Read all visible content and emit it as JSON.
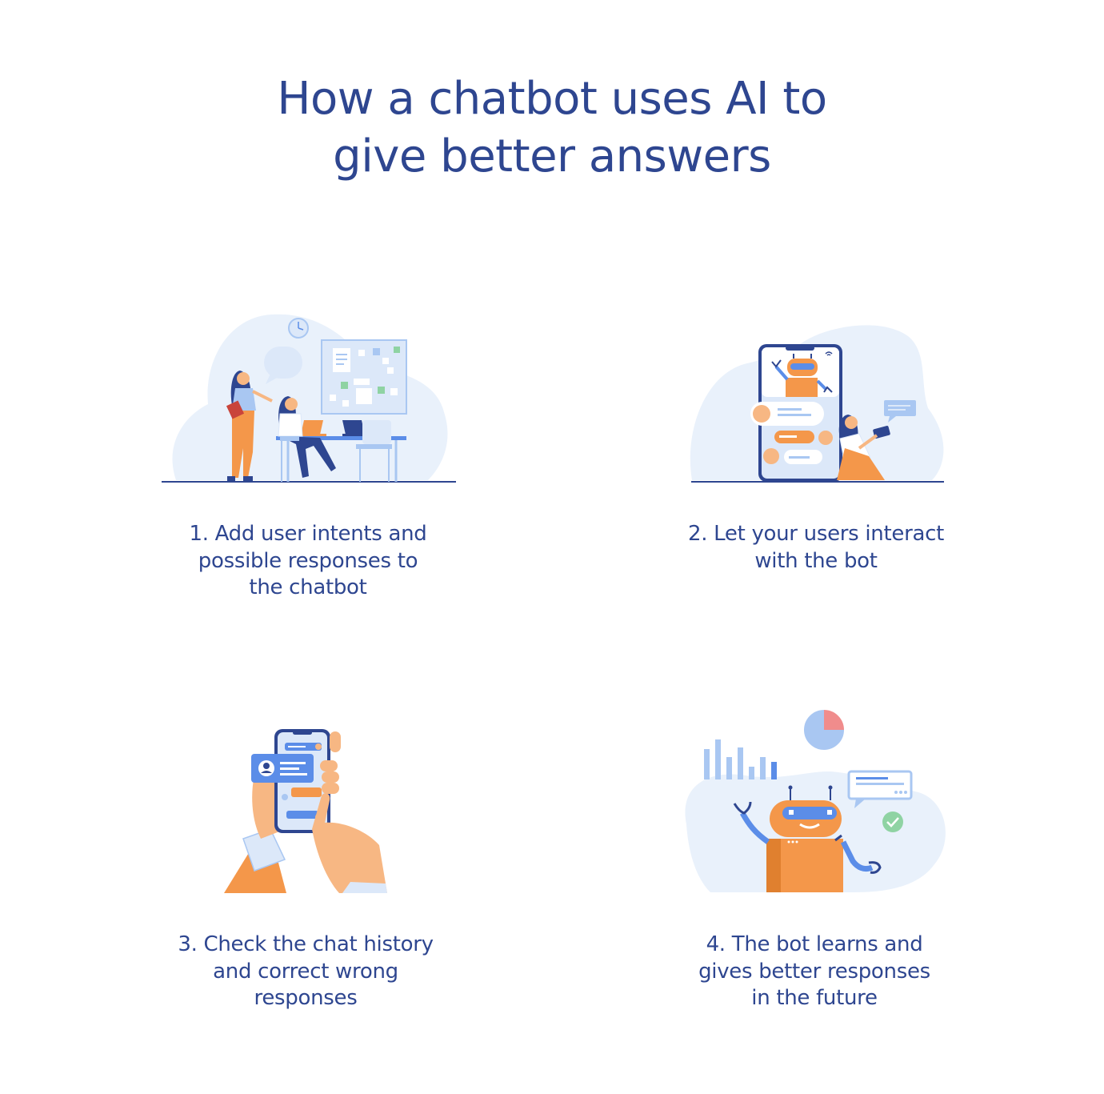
{
  "title": {
    "line1": "How a chatbot uses AI to",
    "line2": "give better answers"
  },
  "colors": {
    "navy": "#2e4690",
    "blob": "#e9f1fb",
    "orange": "#f4974a",
    "blue": "#5b8de8",
    "light_blue": "#a9c7f2",
    "skin": "#f7b783",
    "green": "#8fd3a3",
    "pink": "#f08c8c"
  },
  "steps": [
    {
      "illustration": "team-building-chatbot-illustration",
      "lines": [
        "1. Add user intents and",
        "possible responses to",
        "the chatbot"
      ]
    },
    {
      "illustration": "user-chatting-with-bot-illustration",
      "lines": [
        "2. Let your users interact",
        "with the bot"
      ]
    },
    {
      "illustration": "hands-holding-phone-illustration",
      "lines": [
        "3. Check the chat history",
        "and correct wrong",
        "responses"
      ]
    },
    {
      "illustration": "robot-learning-illustration",
      "lines": [
        "4. The bot learns and",
        "gives better responses",
        "in the future"
      ]
    }
  ]
}
